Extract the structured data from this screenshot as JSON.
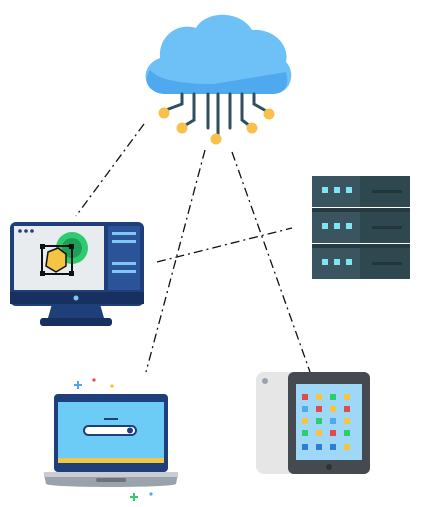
{
  "diagram": {
    "nodes": [
      {
        "id": "cloud",
        "icon": "cloud-icon"
      },
      {
        "id": "desktop",
        "icon": "desktop-monitor-icon"
      },
      {
        "id": "server",
        "icon": "server-rack-icon"
      },
      {
        "id": "laptop",
        "icon": "laptop-icon"
      },
      {
        "id": "tablet",
        "icon": "tablet-icon"
      }
    ],
    "edges": [
      {
        "from": "cloud",
        "to": "desktop",
        "style": "dash-dot"
      },
      {
        "from": "cloud",
        "to": "laptop",
        "style": "dash-dot"
      },
      {
        "from": "cloud",
        "to": "tablet",
        "style": "dash-dot"
      },
      {
        "from": "desktop",
        "to": "server",
        "style": "dash-dot"
      }
    ]
  },
  "colors": {
    "cloud": "#6EC1F7",
    "cloud_shade": "#4FA9EE",
    "circuit_line": "#2F4F5F",
    "circuit_node": "#F7C14B",
    "monitor_frame": "#1F3F7A",
    "monitor_screen": "#E9ECEF",
    "accent_green": "#2ECC71",
    "accent_yellow": "#F4C542",
    "server_body": "#3B5560",
    "server_light": "#7FE3F2",
    "laptop_screen": "#6CCCF6",
    "tablet_body": "#444A4F",
    "tablet_screen": "#9FD8F7",
    "tablet_back": "#E6E6E6",
    "connector": "#111111"
  }
}
